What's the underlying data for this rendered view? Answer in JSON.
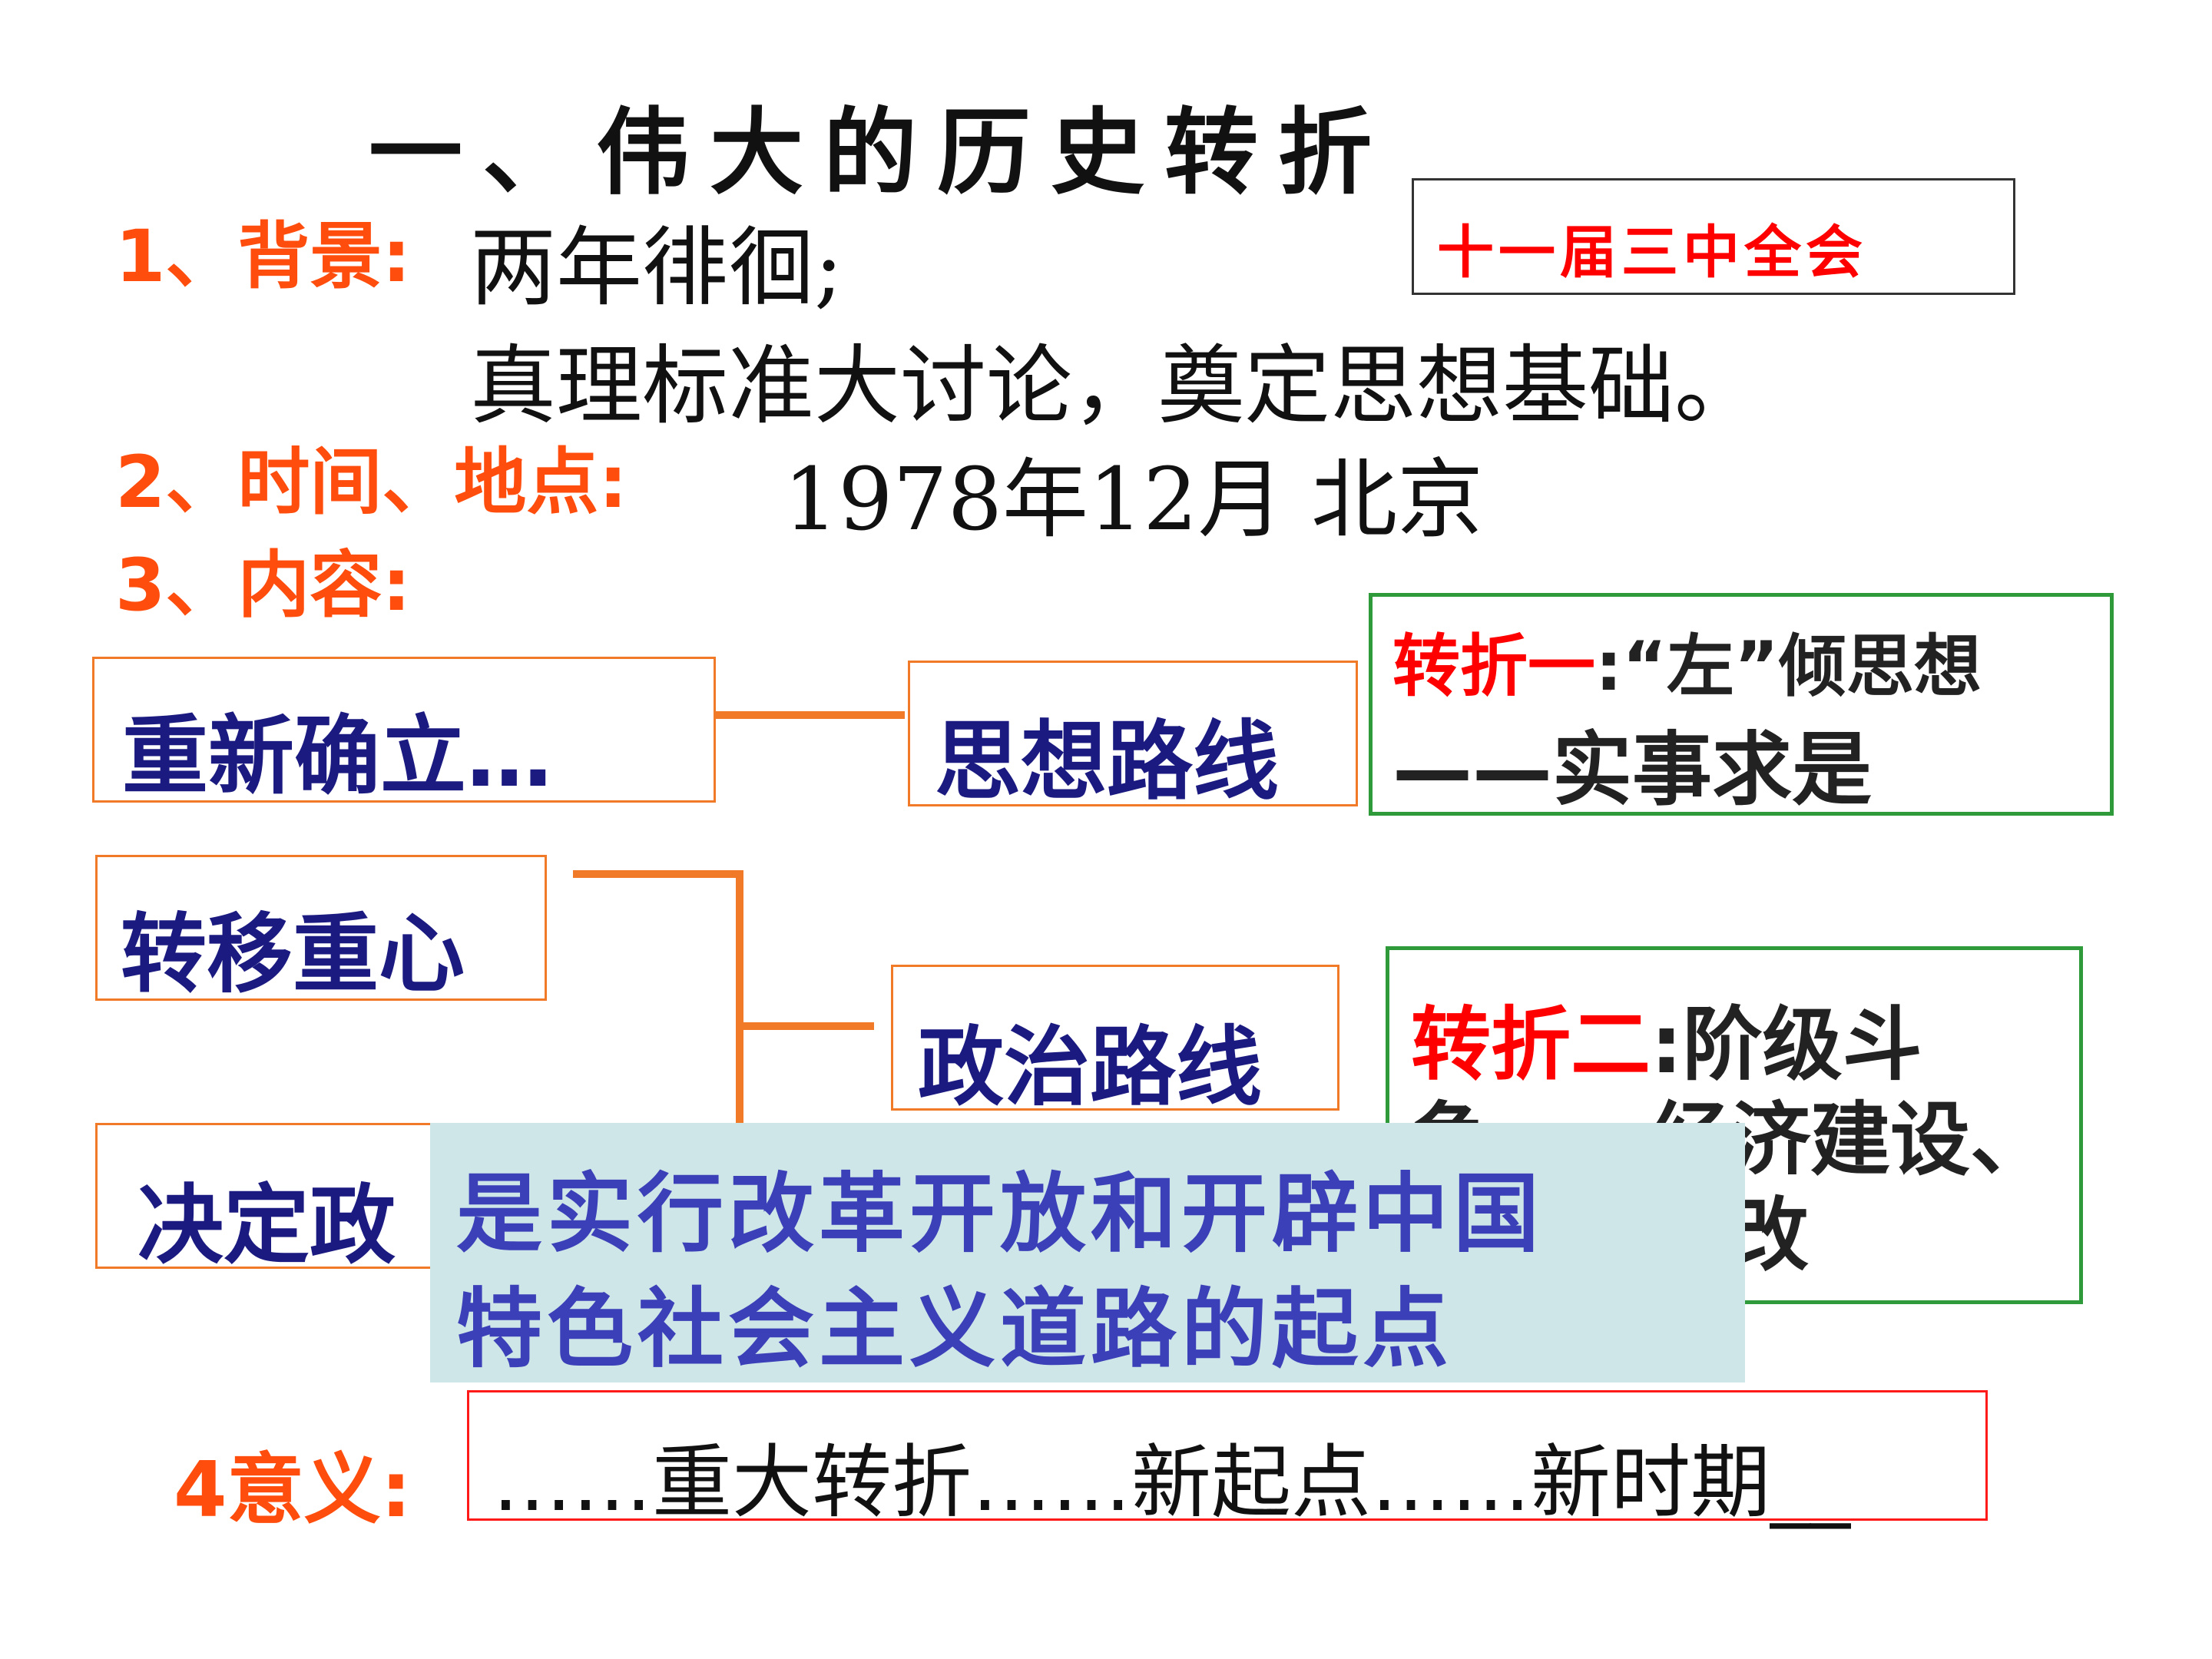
{
  "title": "一、伟大的历史转折",
  "plenum_label": "十一届三中全会",
  "background": {
    "label": "1、背景:",
    "line1": "两年徘徊;",
    "line2": "真理标准大讨论，奠定思想基础。"
  },
  "time_place": {
    "label": "2、时间、地点:",
    "value": "1978年12月  北京"
  },
  "content": {
    "label": "3、内容:"
  },
  "left_boxes": {
    "re_establish": "重新确立…",
    "shift_focus": "转移重心",
    "decide_policy": "决定政"
  },
  "middle_boxes": {
    "ideological_line": "思想路线",
    "political_line": "政治路线"
  },
  "turning_one": {
    "label": "转折一",
    "text1": ":“左”倾思想",
    "text2": "——实事求是"
  },
  "turning_two": {
    "label": "转折二",
    "text1": ":阶级斗",
    "text2": "争——经济建设、",
    "text3": "改"
  },
  "overlay": {
    "line1": "是实行改革开放和开辟中国",
    "line2": "特色社会主义道路的起点"
  },
  "significance": {
    "label": "4意义:",
    "value": "……重大转折……新起点……新时期__"
  }
}
